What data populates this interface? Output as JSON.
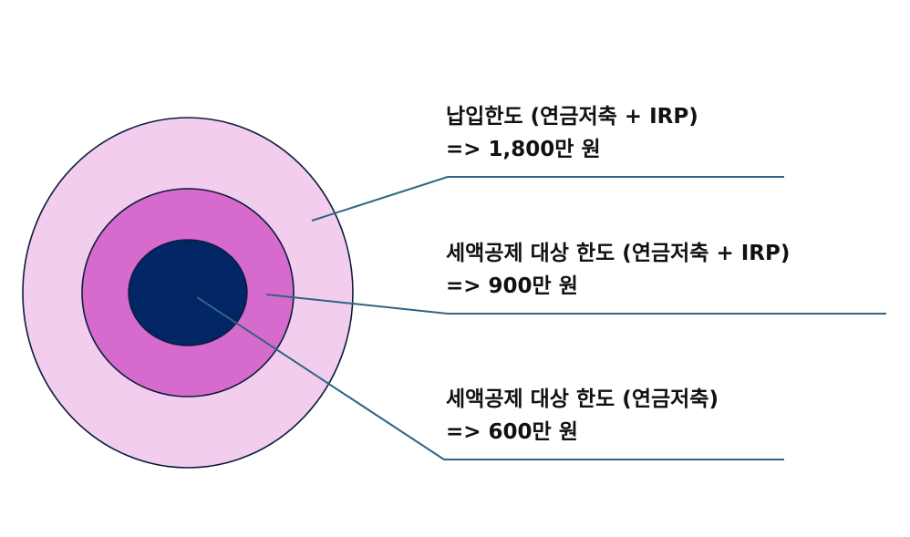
{
  "colors": {
    "outer_ring": "#f2cdee",
    "middle_ring": "#d76bcd",
    "inner_core": "#022565",
    "ring_stroke": "#0b1d3a",
    "leader_line": "#2f6484"
  },
  "labels": {
    "outer": {
      "title": "납입한도 (연금저축 + IRP)",
      "value": " => 1,800만 원"
    },
    "middle": {
      "title": "세액공제 대상 한도 (연금저축 + IRP)",
      "value": " => 900만 원"
    },
    "inner": {
      "title": "세액공제 대상 한도 (연금저축)",
      "value": " => 600만 원"
    }
  }
}
